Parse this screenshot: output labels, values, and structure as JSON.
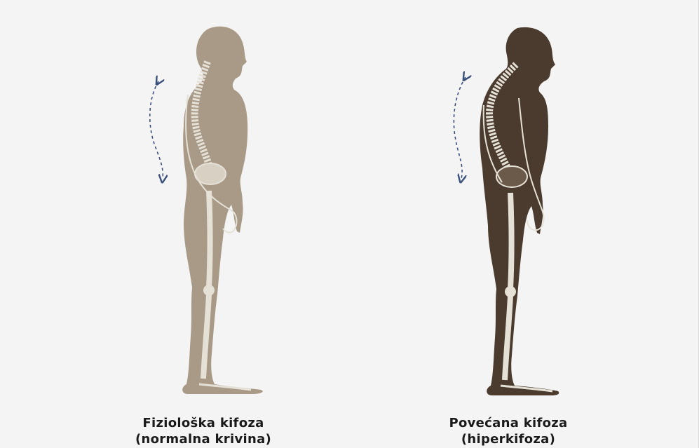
{
  "colors": {
    "background": "#f4f4f4",
    "normal_body": "#a89a87",
    "hyper_body": "#4a3b2e",
    "bone": "#e6e1d6",
    "arrow": "#3a4f7a"
  },
  "figures": [
    {
      "label_line1": "Fiziološka kifoza",
      "label_line2": "(normalna krivina)"
    },
    {
      "label_line1": "Povećana kifoza",
      "label_line2": "(hiperkifoza)"
    }
  ]
}
